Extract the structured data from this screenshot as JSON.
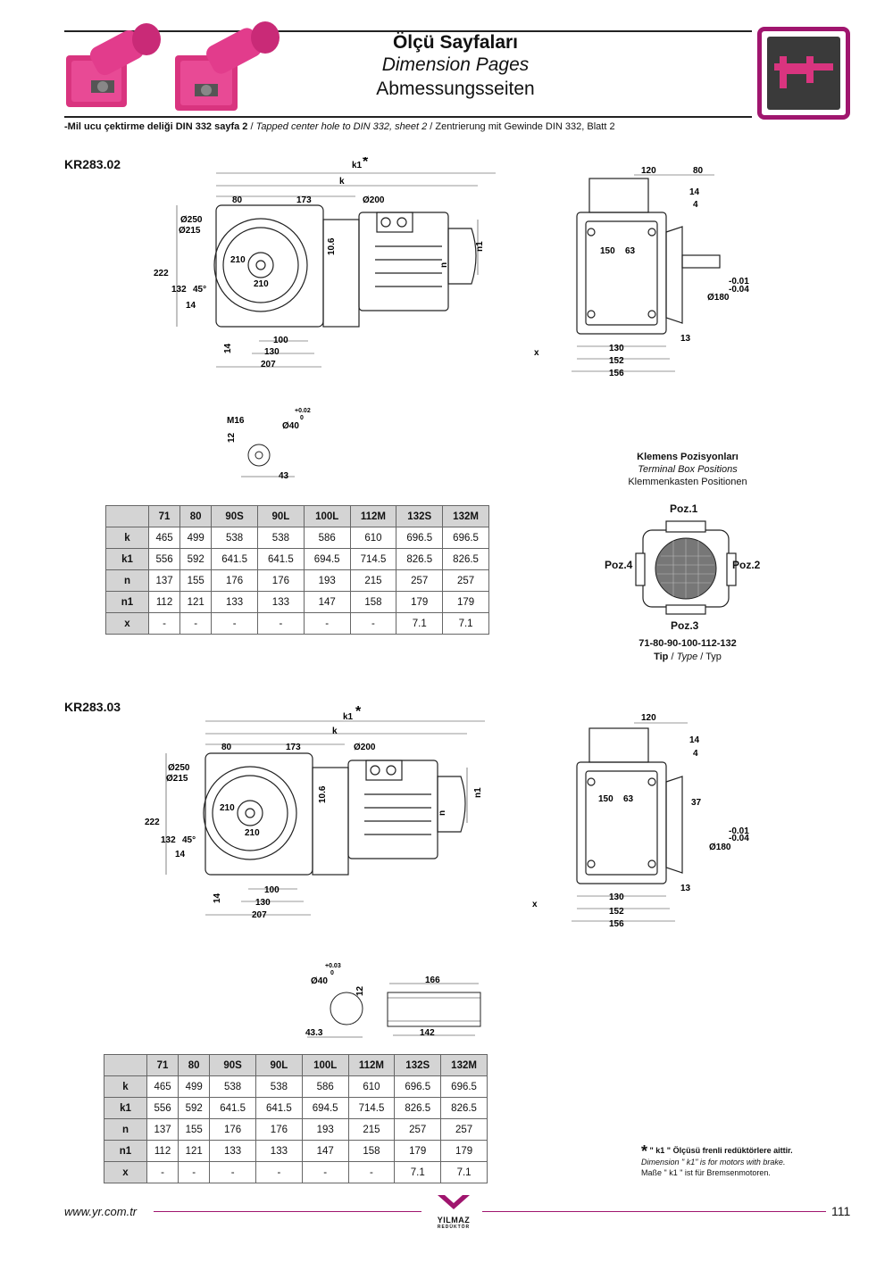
{
  "header": {
    "title_tr": "Ölçü Sayfaları",
    "title_en": "Dimension Pages",
    "title_de": "Abmessungsseiten",
    "logo_icon": "caliper-icon",
    "accent_color": "#a0156e"
  },
  "note": {
    "tr": "-Mil ucu çektirme deliği DIN 332 sayfa 2",
    "en": "Tapped center hole to DIN 332, sheet 2",
    "de": "Zentrierung mit Gewinde DIN 332, Blatt 2",
    "sep": "/"
  },
  "sections": [
    {
      "title": "KR283.02",
      "dims": {
        "k1": "k1",
        "k": "k",
        "star": "*",
        "d80": "80",
        "d173": "173",
        "d200": "Ø200",
        "d250": "Ø250",
        "d215": "Ø215",
        "d210a": "210",
        "d210b": "210",
        "d222": "222",
        "d132": "132",
        "d45": "45°",
        "d14a": "14",
        "d10_6": "10.6",
        "n": "n",
        "n1": "n1",
        "d14b": "14",
        "d100": "100",
        "d130": "130",
        "d207": "207",
        "s120": "120",
        "s80": "80",
        "s14": "14",
        "s4": "4",
        "s150": "150",
        "s63": "63",
        "s001": "-0.01",
        "s004": "-0.04",
        "s180": "Ø180",
        "s13": "13",
        "sx": "x",
        "s130": "130",
        "s152": "152",
        "s156": "156"
      },
      "shaft": {
        "m16": "M16",
        "d40": "Ø40",
        "tol_up": "+0.02",
        "tol_lo": "0",
        "h12": "12",
        "l43": "43"
      },
      "table": {
        "columns": [
          "",
          "71",
          "80",
          "90S",
          "90L",
          "100L",
          "112M",
          "132S",
          "132M"
        ],
        "rows": [
          {
            "label": "k",
            "values": [
              "465",
              "499",
              "538",
              "538",
              "586",
              "610",
              "696.5",
              "696.5"
            ]
          },
          {
            "label": "k1",
            "values": [
              "556",
              "592",
              "641.5",
              "641.5",
              "694.5",
              "714.5",
              "826.5",
              "826.5"
            ]
          },
          {
            "label": "n",
            "values": [
              "137",
              "155",
              "176",
              "176",
              "193",
              "215",
              "257",
              "257"
            ]
          },
          {
            "label": "n1",
            "values": [
              "112",
              "121",
              "133",
              "133",
              "147",
              "158",
              "179",
              "179"
            ]
          },
          {
            "label": "x",
            "values": [
              "-",
              "-",
              "-",
              "-",
              "-",
              "-",
              "7.1",
              "7.1"
            ]
          }
        ]
      }
    },
    {
      "title": "KR283.03",
      "dims": {
        "k1": "k1",
        "k": "k",
        "star": "*",
        "d80": "80",
        "d173": "173",
        "d200": "Ø200",
        "d250": "Ø250",
        "d215": "Ø215",
        "d210a": "210",
        "d210b": "210",
        "d222": "222",
        "d132": "132",
        "d45": "45°",
        "d14a": "14",
        "d10_6": "10.6",
        "n": "n",
        "n1": "n1",
        "d14b": "14",
        "d100": "100",
        "d130": "130",
        "d207": "207",
        "s120": "120",
        "s14": "14",
        "s4": "4",
        "s150": "150",
        "s63": "63",
        "s37": "37",
        "s001": "-0.01",
        "s004": "-0.04",
        "s180": "Ø180",
        "s13": "13",
        "sx": "x",
        "s130": "130",
        "s152": "152",
        "s156": "156"
      },
      "shaft": {
        "d40": "Ø40",
        "tol_up": "+0.03",
        "tol_lo": "0",
        "h12": "12",
        "l43_3": "43.3",
        "l166": "166",
        "l142": "142"
      },
      "table": {
        "columns": [
          "",
          "71",
          "80",
          "90S",
          "90L",
          "100L",
          "112M",
          "132S",
          "132M"
        ],
        "rows": [
          {
            "label": "k",
            "values": [
              "465",
              "499",
              "538",
              "538",
              "586",
              "610",
              "696.5",
              "696.5"
            ]
          },
          {
            "label": "k1",
            "values": [
              "556",
              "592",
              "641.5",
              "641.5",
              "694.5",
              "714.5",
              "826.5",
              "826.5"
            ]
          },
          {
            "label": "n",
            "values": [
              "137",
              "155",
              "176",
              "176",
              "193",
              "215",
              "257",
              "257"
            ]
          },
          {
            "label": "n1",
            "values": [
              "112",
              "121",
              "133",
              "133",
              "147",
              "158",
              "179",
              "179"
            ]
          },
          {
            "label": "x",
            "values": [
              "-",
              "-",
              "-",
              "-",
              "-",
              "-",
              "7.1",
              "7.1"
            ]
          }
        ]
      }
    }
  ],
  "terminal_box": {
    "title_tr": "Klemens Pozisyonları",
    "title_en": "Terminal Box Positions",
    "title_de": "Klemmenkasten Positionen",
    "poz1": "Poz.1",
    "poz2": "Poz.2",
    "poz3": "Poz.3",
    "poz4": "Poz.4",
    "types": "71-80-90-100-112-132",
    "tip_tr": "Tip",
    "tip_en": "Type",
    "tip_de": "Typ",
    "sep": "/"
  },
  "footnote": {
    "star": "*",
    "tr": "\" k1 \" Ölçüsü frenli redüktörlere aittir.",
    "en": "Dimension \" k1\" is for motors with brake.",
    "de": "Maße \" k1 \" ist für Bremsenmotoren."
  },
  "footer": {
    "url": "www.yr.com.tr",
    "brand": "YILMAZ",
    "brand_sub": "REDÜKTÖR",
    "page": "111"
  }
}
